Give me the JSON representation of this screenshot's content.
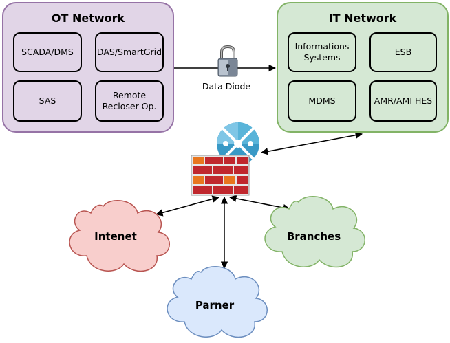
{
  "ot_network": {
    "title": "OT Network",
    "nodes": [
      "SCADA/DMS",
      "DAS/SmartGrid",
      "SAS",
      "Remote\nRecloser Op."
    ]
  },
  "it_network": {
    "title": "IT Network",
    "nodes": [
      "Informations\nSystems",
      "ESB",
      "MDMS",
      "AMR/AMI HES"
    ]
  },
  "data_diode": {
    "label": "Data Diode"
  },
  "clouds": {
    "internet": "Intenet",
    "branches": "Branches",
    "partner": "Parner"
  },
  "icons": {
    "padlock": "padlock-icon",
    "firewall": "firewall-icon",
    "azure_network": "network-hub-icon"
  },
  "colors": {
    "ot_fill": "#e1d5e7",
    "ot_stroke": "#9673a6",
    "it_fill": "#d5e8d4",
    "it_stroke": "#82b366",
    "internet_fill": "#f8cecc",
    "internet_stroke": "#b85450",
    "branches_fill": "#d5e8d4",
    "branches_stroke": "#82b366",
    "partner_fill": "#dae8fc",
    "partner_stroke": "#6c8ebf",
    "firewall_brick": "#c0272d",
    "firewall_brick_alt": "#e8761e",
    "firewall_mortar": "#e6e6e6"
  }
}
